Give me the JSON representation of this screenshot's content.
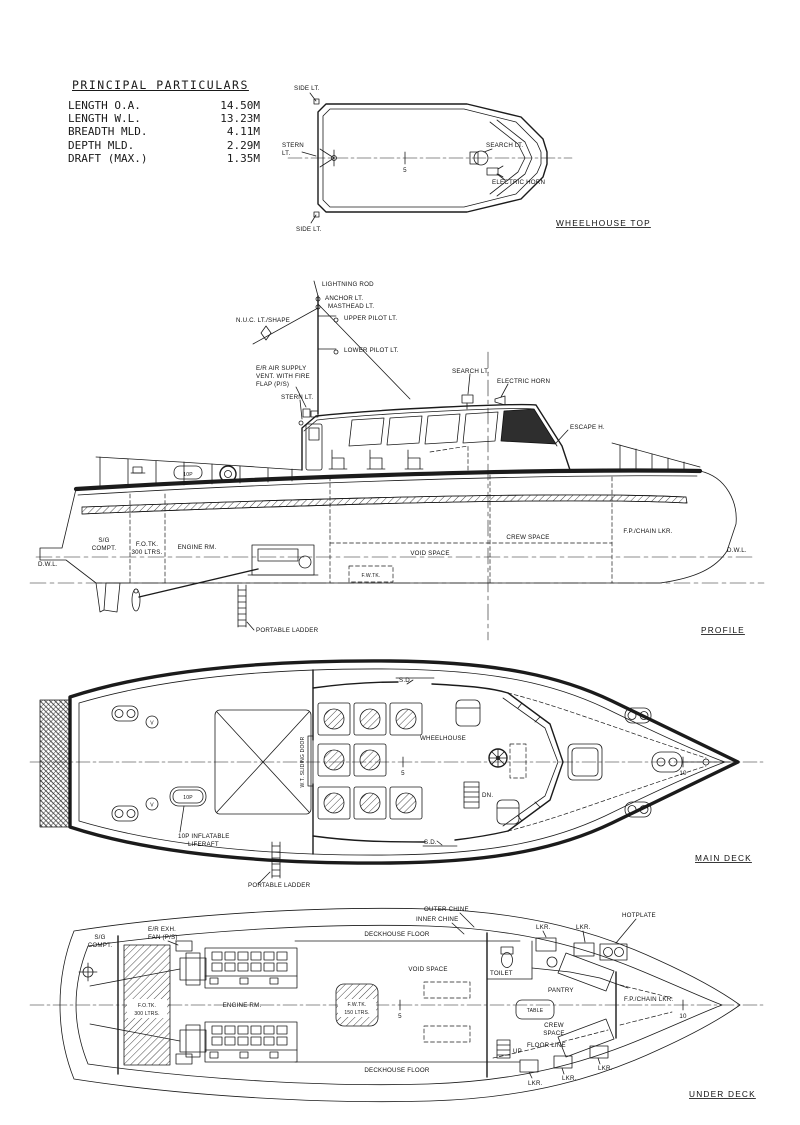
{
  "particulars": {
    "heading": "PRINCIPAL PARTICULARS",
    "rows": [
      {
        "label": "LENGTH O.A.",
        "value": "14.50M"
      },
      {
        "label": "LENGTH W.L.",
        "value": "13.23M"
      },
      {
        "label": "BREADTH MLD.",
        "value": "4.11M"
      },
      {
        "label": "DEPTH MLD.",
        "value": "2.29M"
      },
      {
        "label": "DRAFT (MAX.)",
        "value": "1.35M"
      }
    ]
  },
  "wheelhouse_top": {
    "caption": "WHEELHOUSE TOP",
    "labels": {
      "side_lt": "SIDE LT.",
      "stern_lt_1": "STERN",
      "stern_lt_2": "LT.",
      "search_lt": "SEARCH LT.",
      "electric_horn": "ELECTRIC HORN",
      "station_5": "5"
    }
  },
  "profile": {
    "caption": "PROFILE",
    "labels": {
      "lightning_rod": "LIGHTNING ROD",
      "anchor_lt": "ANCHOR LT.",
      "masthead_lt": "MASTHEAD LT.",
      "upper_pilot_lt": "UPPER PILOT LT.",
      "nuc_lt_shape": "N.U.C. LT./SHAPE",
      "lower_pilot_lt": "LOWER PILOT LT.",
      "er_vent_1": "E/R AIR SUPPLY",
      "er_vent_2": "VENT. WITH FIRE",
      "er_vent_3": "FLAP (P/S)",
      "stern_lt": "STERN LT.",
      "search_lt": "SEARCH LT.",
      "electric_horn": "ELECTRIC HORN",
      "escape_h": "ESCAPE H.",
      "sg_1": "S/G",
      "sg_2": "COMPT.",
      "fo_1": "F.O.TK.",
      "fo_2": "300 LTRS.",
      "engine_rm": "ENGINE RM.",
      "void_space": "VOID SPACE",
      "crew_space": "CREW SPACE",
      "fp_chain_lkr": "F.P./CHAIN LKR.",
      "dwl": "D.W.L.",
      "fw_tk": "F.W.TK.",
      "liferaft": "10P",
      "portable_ladder": "PORTABLE LADDER"
    }
  },
  "main_deck": {
    "caption": "MAIN DECK",
    "labels": {
      "sd": "S.D.",
      "wheelhouse": "WHEELHOUSE",
      "dn": "DN.",
      "wt_door": "W.T. SLIDING DOOR",
      "liferaft": "10P",
      "liferaft_note_1": "10P INFLATABLE",
      "liferaft_note_2": "LIFERAFT",
      "portable_ladder": "PORTABLE LADDER",
      "vent": "V",
      "station_5": "5",
      "station_10": "10"
    }
  },
  "under_deck": {
    "caption": "UNDER DECK",
    "labels": {
      "outer_chine": "OUTER CHINE",
      "inner_chine": "INNER CHINE",
      "deckhouse_floor": "DECKHOUSE FLOOR",
      "sg_1": "S/G",
      "sg_2": "COMPT.",
      "er_fan_1": "E/R EXH.",
      "er_fan_2": "FAN (P/S)",
      "fo_1": "F.O.TK.",
      "fo_2": "300 LTRS.",
      "engine_rm": "ENGINE RM.",
      "fw_1": "F.W.TK.",
      "fw_2": "150 LTRS.",
      "void_space": "VOID SPACE",
      "toilet": "TOILET",
      "lkr": "LKR.",
      "hotplate": "HOTPLATE",
      "pantry": "PANTRY",
      "table": "TABLE",
      "crew_1": "CREW",
      "crew_2": "SPACE",
      "up": "UP",
      "floor_line": "FLOOR LINE",
      "fp_chain_lkr": "F.P./CHAIN LKR.",
      "station_5": "5",
      "station_10": "10"
    }
  }
}
